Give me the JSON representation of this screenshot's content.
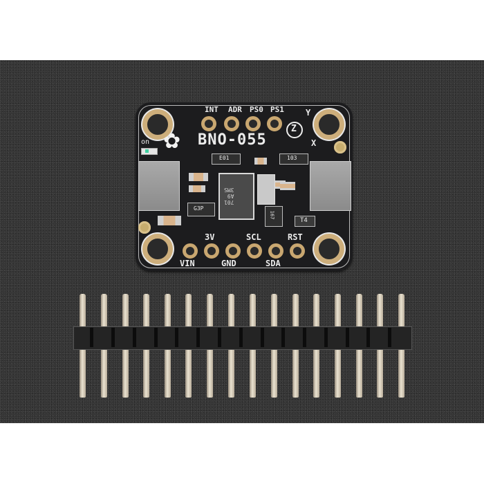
{
  "scene": {
    "description": "Product photo: BNO-055 breakout board with a 16-pin male header strip on dark textured surface",
    "background_color": "#353535",
    "frame_color": "#ffffff"
  },
  "board": {
    "title": "BNO-055",
    "color": "#1c1c1e",
    "top_pins": [
      "INT",
      "ADR",
      "PS0",
      "PS1"
    ],
    "bottom_pins_upper_labels": [
      "3V",
      "SCL",
      "RST"
    ],
    "bottom_pins_lower_labels": [
      "VIN",
      "GND",
      "SDA"
    ],
    "led_label": "on",
    "axis_labels": {
      "y": "Y",
      "x": "X",
      "z": "Z"
    },
    "chip_markings": [
      "701",
      "A9",
      "3MS"
    ],
    "component_labels": {
      "resistor_network_1": "E01",
      "resistor_network_2": "103",
      "regulator": "G3P",
      "transistor": "T4",
      "small_ic": "167"
    }
  },
  "header_strip": {
    "pin_count": 16
  }
}
